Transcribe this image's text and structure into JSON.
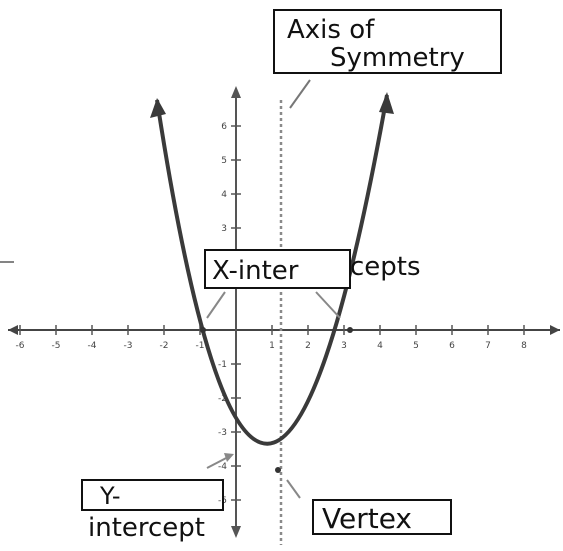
{
  "labels": {
    "axis_of_symmetry_line1": "Axis of",
    "axis_of_symmetry_line2": "Symmetry",
    "x_intercepts_boxed": "X-inter",
    "x_intercepts_rest": "cepts",
    "y_intercept_line1": "Y-",
    "y_intercept_line2": "intercept",
    "vertex": "Vertex"
  },
  "x_ticks": [
    "-6",
    "-5",
    "-4",
    "-3",
    "-2",
    "-1",
    "1",
    "2",
    "3",
    "4",
    "5",
    "6",
    "7",
    "8"
  ],
  "y_ticks": [
    "6",
    "5",
    "4",
    "3",
    "-1",
    "-2",
    "-3",
    "-4",
    "-5"
  ],
  "colors": {
    "ink": "#111111",
    "curve": "#3a3a3a",
    "dashed": "#8a8a8a"
  }
}
